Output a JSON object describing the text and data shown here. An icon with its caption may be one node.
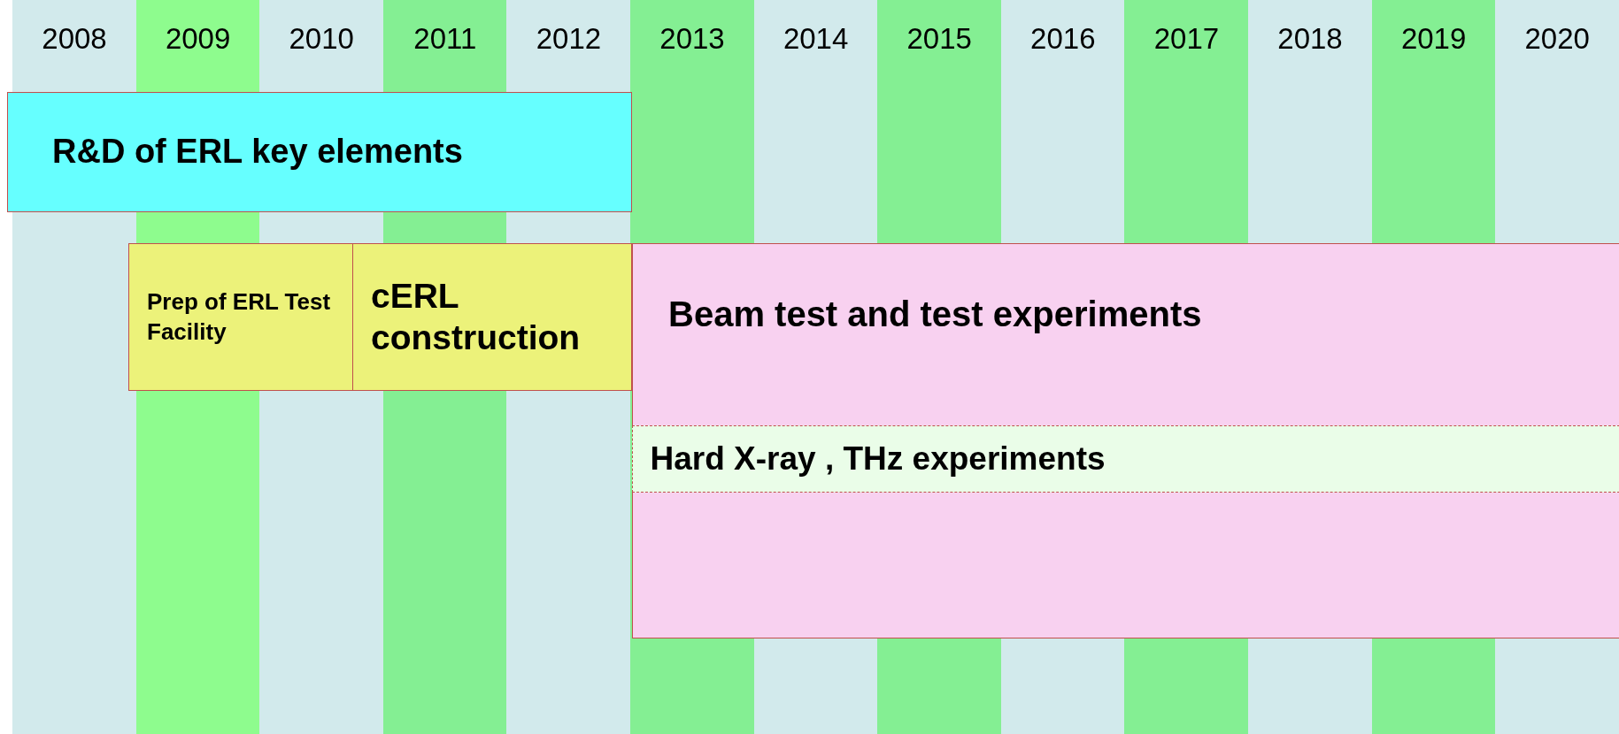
{
  "diagram": {
    "nodes": [
      {
        "text": [
          "R&D of ERL key elements"
        ]
      },
      {
        "text": [
          "Prep of ERL Test Facility"
        ]
      },
      {
        "text": [
          "cERL construction"
        ]
      },
      {
        "text": [
          "Beam test and test experiments"
        ]
      },
      {
        "text": [
          "Hard X-ray , THz experiments"
        ],
        "in": 3
      }
    ],
    "edges": [],
    "labels": [
      "2008",
      "2009",
      "2010",
      "2011",
      "2012",
      "2013",
      "2014",
      "2015",
      "2016",
      "2017",
      "2018",
      "2019",
      "2020"
    ]
  }
}
